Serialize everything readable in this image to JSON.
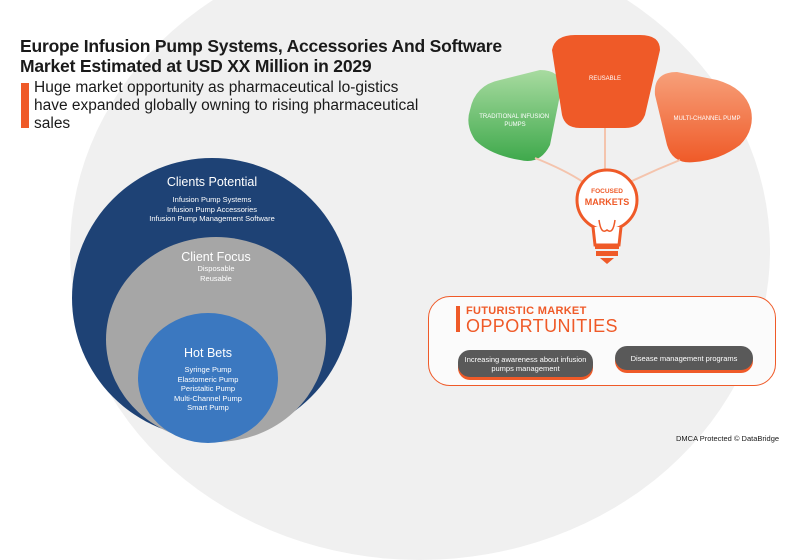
{
  "title": {
    "line1": "Europe Infusion Pump Systems, Accessories And Software",
    "line2": "Market Estimated at USD   XX Million in 2029"
  },
  "subtitle": "Huge market opportunity as pharmaceutical lo-gistics have expanded globally owning to rising pharmaceutical sales",
  "circles": {
    "outer": {
      "heading": "Clients Potential",
      "items": [
        "Infusion Pump Systems",
        "Infusion Pump Accessories",
        "Infusion Pump Management Software"
      ]
    },
    "middle": {
      "heading": "Client Focus",
      "items": [
        "Disposable",
        "Reusable"
      ]
    },
    "inner": {
      "heading": "Hot Bets",
      "items": [
        "Syringe Pump",
        "Elastomeric Pump",
        "Peristaltic Pump",
        "Multi-Channel Pump",
        "Smart Pump"
      ]
    }
  },
  "focused_markets": {
    "bulb_line1": "FOCUSED",
    "bulb_line2": "MARKETS",
    "petals": [
      "TRADITIONAL INFUSION PUMPS",
      "REUSABLE",
      "MULTI-CHANNEL PUMP"
    ]
  },
  "opportunities": {
    "title_line1": "FUTURISTIC MARKET",
    "title_line2": "OPPORTUNITIES",
    "items": [
      "Increasing awareness about infusion pumps management",
      "Disease management programs"
    ]
  },
  "colors": {
    "accent": "#ef5a28",
    "navy": "#1e4275",
    "grey": "#a6a6a6",
    "blue": "#3b78c0",
    "green": "#5cb85c"
  },
  "credit": "DMCA Protected © DataBridge"
}
